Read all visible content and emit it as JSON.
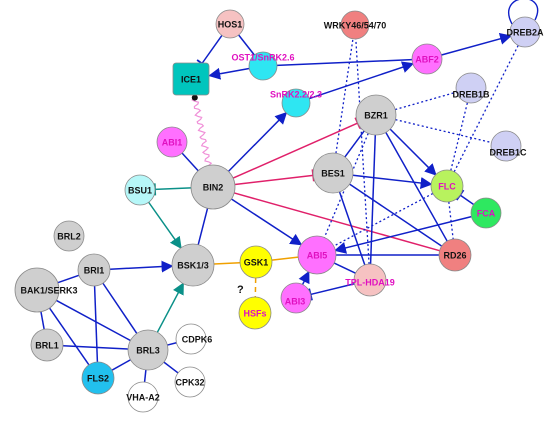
{
  "colors": {
    "gray": "#cfcfcf",
    "pink_light": "#f6c2c2",
    "teal": "#00c5bd",
    "cyan": "#2ee6f2",
    "magenta": "#ff70ff",
    "lavender": "#cfd0f4",
    "red_soft": "#f08080",
    "green_lime": "#b8f25e",
    "green": "#2ee860",
    "yellow": "#ffff00",
    "blue_sky": "#22c0ee",
    "cyan_pale": "#b6f7f8",
    "white": "#ffffff",
    "edge_blue": "#1020c8",
    "edge_pink": "#e0206a",
    "edge_teal": "#0a9088",
    "edge_orange": "#f0a000",
    "text_dark": "#111111",
    "text_magenta": "#e010c0"
  },
  "nodes": [
    {
      "id": "HOS1",
      "label": "HOS1",
      "fill": "pink_light",
      "text": "text_dark"
    },
    {
      "id": "ICE1",
      "label": "ICE1",
      "fill": "teal",
      "text": "text_dark"
    },
    {
      "id": "OST1",
      "label": "OST1/SnRK2.6",
      "fill": "cyan",
      "text": "text_magenta"
    },
    {
      "id": "SNRK",
      "label": "SnRK2.2/2.3",
      "fill": "cyan",
      "text": "text_magenta"
    },
    {
      "id": "WRKY",
      "label": "WRKY46/54/70",
      "fill": "red_soft",
      "text": "text_dark"
    },
    {
      "id": "ABF2",
      "label": "ABF2",
      "fill": "magenta",
      "text": "text_magenta"
    },
    {
      "id": "DREB2A",
      "label": "DREB2A",
      "fill": "lavender",
      "text": "text_dark"
    },
    {
      "id": "DREB1B",
      "label": "DREB1B",
      "fill": "lavender",
      "text": "text_dark"
    },
    {
      "id": "DREB1C",
      "label": "DREB1C",
      "fill": "lavender",
      "text": "text_dark"
    },
    {
      "id": "BZR1",
      "label": "BZR1",
      "fill": "gray",
      "text": "text_dark"
    },
    {
      "id": "BES1",
      "label": "BES1",
      "fill": "gray",
      "text": "text_dark"
    },
    {
      "id": "ABI1",
      "label": "ABI1",
      "fill": "magenta",
      "text": "text_magenta"
    },
    {
      "id": "BSU1",
      "label": "BSU1",
      "fill": "cyan_pale",
      "text": "text_dark"
    },
    {
      "id": "BIN2",
      "label": "BIN2",
      "fill": "gray",
      "text": "text_dark"
    },
    {
      "id": "FLC",
      "label": "FLC",
      "fill": "green_lime",
      "text": "text_magenta"
    },
    {
      "id": "FCA",
      "label": "FCA",
      "fill": "green",
      "text": "text_magenta"
    },
    {
      "id": "BRL2",
      "label": "BRL2",
      "fill": "gray",
      "text": "text_dark"
    },
    {
      "id": "BRI1",
      "label": "BRI1",
      "fill": "gray",
      "text": "text_dark"
    },
    {
      "id": "BSK",
      "label": "BSK1/3",
      "fill": "gray",
      "text": "text_dark"
    },
    {
      "id": "GSK1",
      "label": "GSK1",
      "fill": "yellow",
      "text": "text_dark"
    },
    {
      "id": "ABI5",
      "label": "ABI5",
      "fill": "magenta",
      "text": "text_magenta"
    },
    {
      "id": "RD26",
      "label": "RD26",
      "fill": "red_soft",
      "text": "text_dark"
    },
    {
      "id": "TPL",
      "label": "TPL-HDA19",
      "fill": "pink_light",
      "text": "text_magenta"
    },
    {
      "id": "BAK1",
      "label": "BAK1/SERK3",
      "fill": "gray",
      "text": "text_dark"
    },
    {
      "id": "ABI3",
      "label": "ABI3",
      "fill": "magenta",
      "text": "text_magenta"
    },
    {
      "id": "HSFs",
      "label": "HSFs",
      "fill": "yellow",
      "text": "text_magenta"
    },
    {
      "id": "BRL1",
      "label": "BRL1",
      "fill": "gray",
      "text": "text_dark"
    },
    {
      "id": "BRL3",
      "label": "BRL3",
      "fill": "gray",
      "text": "text_dark"
    },
    {
      "id": "CDPK6",
      "label": "CDPK6",
      "fill": "white",
      "text": "text_dark"
    },
    {
      "id": "CPK32",
      "label": "CPK32",
      "fill": "white",
      "text": "text_dark"
    },
    {
      "id": "FLS2",
      "label": "FLS2",
      "fill": "blue_sky",
      "text": "text_dark"
    },
    {
      "id": "VHA",
      "label": "VHA-A2",
      "fill": "white",
      "text": "text_dark"
    }
  ],
  "question_mark": "?",
  "edges": [
    {
      "s": "HOS1",
      "t": "ICE1",
      "kind": "inhibit",
      "color": "edge_blue"
    },
    {
      "s": "HOS1",
      "t": "OST1",
      "kind": "plain",
      "color": "edge_blue"
    },
    {
      "s": "OST1",
      "t": "ICE1",
      "kind": "arrow",
      "color": "edge_blue"
    },
    {
      "s": "OST1",
      "t": "ABF2",
      "kind": "plain",
      "color": "edge_blue"
    },
    {
      "s": "SNRK",
      "t": "ABF2",
      "kind": "arrow",
      "color": "edge_blue"
    },
    {
      "s": "ABF2",
      "t": "DREB2A",
      "kind": "arrow",
      "color": "edge_blue"
    },
    {
      "s": "DREB2A",
      "t": "DREB2A",
      "kind": "selfloop",
      "color": "edge_blue"
    },
    {
      "s": "BES1",
      "t": "WRKY",
      "kind": "dotted",
      "color": "edge_blue"
    },
    {
      "s": "TPL",
      "t": "WRKY",
      "kind": "dotted",
      "color": "edge_blue"
    },
    {
      "s": "BZR1",
      "t": "DREB1B",
      "kind": "dotted",
      "color": "edge_blue"
    },
    {
      "s": "BZR1",
      "t": "DREB1C",
      "kind": "dotted",
      "color": "edge_blue"
    },
    {
      "s": "FLC",
      "t": "DREB1B",
      "kind": "dotted",
      "color": "edge_blue"
    },
    {
      "s": "FLC",
      "t": "DREB2A",
      "kind": "dotted",
      "color": "edge_blue"
    },
    {
      "s": "BIN2",
      "t": "SNRK",
      "kind": "arrow",
      "color": "edge_blue"
    },
    {
      "s": "BIN2",
      "t": "BZR1",
      "kind": "inhibit",
      "color": "edge_pink"
    },
    {
      "s": "BIN2",
      "t": "BES1",
      "kind": "inhibit",
      "color": "edge_pink"
    },
    {
      "s": "BIN2",
      "t": "RD26",
      "kind": "plain",
      "color": "edge_pink"
    },
    {
      "s": "BIN2",
      "t": "ABI5",
      "kind": "arrow",
      "color": "edge_blue"
    },
    {
      "s": "BIN2",
      "t": "BSU1",
      "kind": "inhibit",
      "color": "edge_teal"
    },
    {
      "s": "BIN2",
      "t": "BSK",
      "kind": "plain",
      "color": "edge_blue"
    },
    {
      "s": "BIN2",
      "t": "ICE1",
      "kind": "wavy",
      "color": "edge_pink"
    },
    {
      "s": "ABI1",
      "t": "BIN2",
      "kind": "plain",
      "color": "edge_blue"
    },
    {
      "s": "BSU1",
      "t": "BSK",
      "kind": "arrow",
      "color": "edge_teal"
    },
    {
      "s": "BZR1",
      "t": "FLC",
      "kind": "arrow",
      "color": "edge_blue"
    },
    {
      "s": "BES1",
      "t": "FLC",
      "kind": "arrow",
      "color": "edge_blue"
    },
    {
      "s": "BZR1",
      "t": "RD26",
      "kind": "plain",
      "color": "edge_blue"
    },
    {
      "s": "BES1",
      "t": "RD26",
      "kind": "plain",
      "color": "edge_blue"
    },
    {
      "s": "BZR1",
      "t": "TPL",
      "kind": "plain",
      "color": "edge_blue"
    },
    {
      "s": "BES1",
      "t": "TPL",
      "kind": "plain",
      "color": "edge_blue"
    },
    {
      "s": "BES1",
      "t": "BZR1",
      "kind": "plain",
      "color": "edge_blue"
    },
    {
      "s": "FCA",
      "t": "FLC",
      "kind": "inhibit",
      "color": "edge_blue"
    },
    {
      "s": "FCA",
      "t": "ABI5",
      "kind": "arrow",
      "color": "edge_blue"
    },
    {
      "s": "FLC",
      "t": "ABI5",
      "kind": "dotted",
      "color": "edge_blue"
    },
    {
      "s": "BZR1",
      "t": "ABI5",
      "kind": "dotted",
      "color": "edge_blue"
    },
    {
      "s": "FLC",
      "t": "RD26",
      "kind": "dotted",
      "color": "edge_blue"
    },
    {
      "s": "ABI5",
      "t": "RD26",
      "kind": "plain",
      "color": "edge_blue"
    },
    {
      "s": "GSK1",
      "t": "ABI5",
      "kind": "plain",
      "color": "edge_orange"
    },
    {
      "s": "GSK1",
      "t": "BSK",
      "kind": "plain",
      "color": "edge_orange"
    },
    {
      "s": "GSK1",
      "t": "HSFs",
      "kind": "dashed",
      "color": "edge_orange"
    },
    {
      "s": "TPL",
      "t": "ABI5",
      "kind": "plain",
      "color": "edge_blue"
    },
    {
      "s": "TPL",
      "t": "ABI3",
      "kind": "inhibit",
      "color": "edge_blue"
    },
    {
      "s": "ABI3",
      "t": "ABI5",
      "kind": "arrow",
      "color": "edge_blue"
    },
    {
      "s": "BRI1",
      "t": "BSK",
      "kind": "arrow",
      "color": "edge_blue"
    },
    {
      "s": "BRI1",
      "t": "BAK1",
      "kind": "plain",
      "color": "edge_blue"
    },
    {
      "s": "BRI1",
      "t": "FLS2",
      "kind": "plain",
      "color": "edge_blue"
    },
    {
      "s": "BRI1",
      "t": "BRL3",
      "kind": "plain",
      "color": "edge_blue"
    },
    {
      "s": "BAK1",
      "t": "BRL1",
      "kind": "plain",
      "color": "edge_blue"
    },
    {
      "s": "BAK1",
      "t": "FLS2",
      "kind": "plain",
      "color": "edge_blue"
    },
    {
      "s": "BAK1",
      "t": "BRL3",
      "kind": "plain",
      "color": "edge_blue"
    },
    {
      "s": "BRL1",
      "t": "BRL3",
      "kind": "plain",
      "color": "edge_blue"
    },
    {
      "s": "FLS2",
      "t": "BRL3",
      "kind": "plain",
      "color": "edge_blue"
    },
    {
      "s": "BRL3",
      "t": "BSK",
      "kind": "arrow",
      "color": "edge_teal"
    },
    {
      "s": "BRL3",
      "t": "CDPK6",
      "kind": "plain",
      "color": "edge_blue"
    },
    {
      "s": "BRL3",
      "t": "CPK32",
      "kind": "plain",
      "color": "edge_blue"
    },
    {
      "s": "BRL3",
      "t": "VHA",
      "kind": "plain",
      "color": "edge_blue"
    }
  ]
}
